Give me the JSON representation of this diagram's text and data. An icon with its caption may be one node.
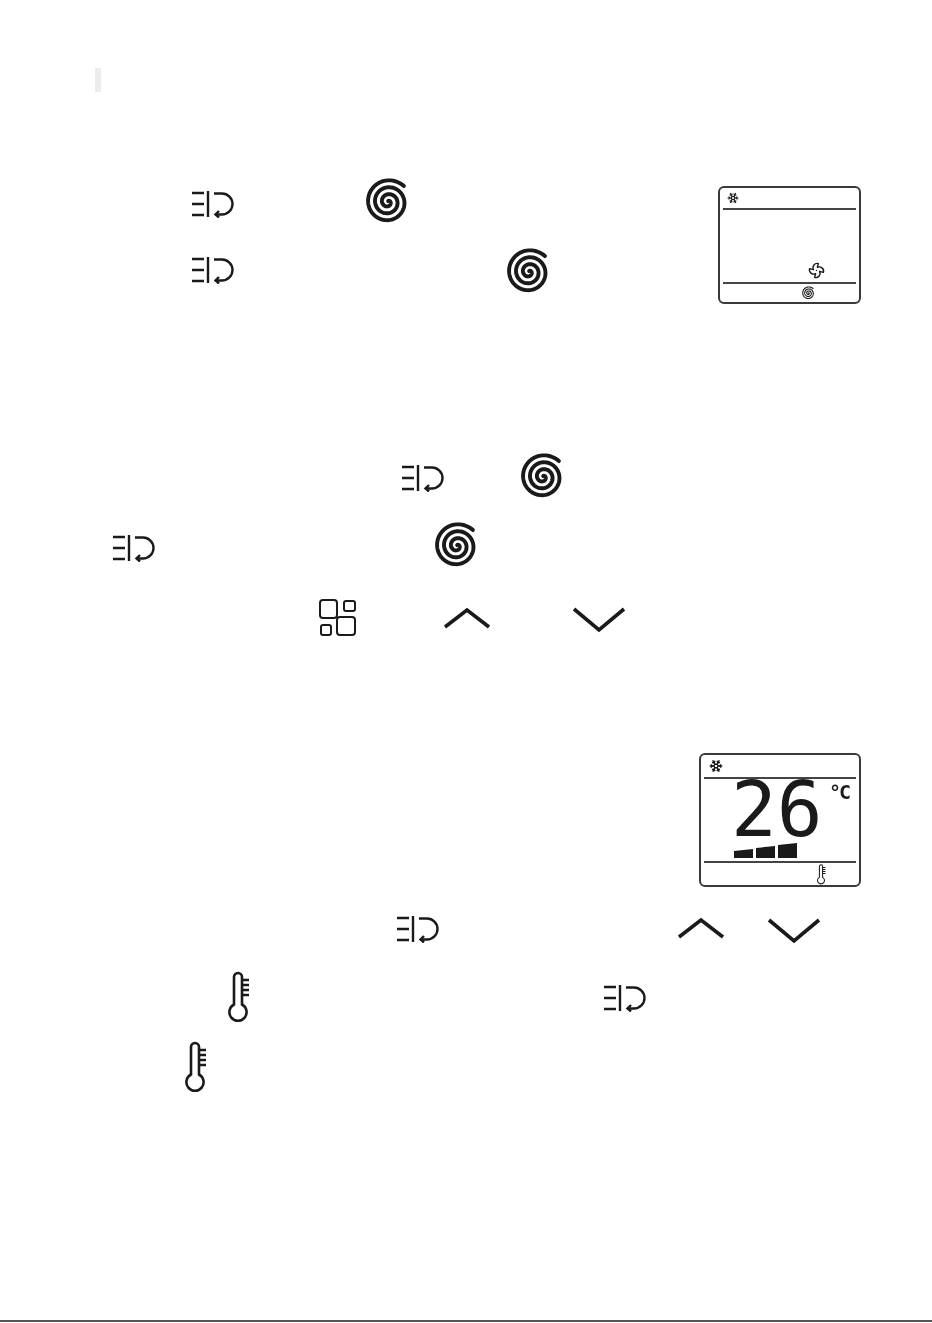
{
  "diagram": {
    "nodes": [
      {
        "text": [],
        "shape": "box"
      },
      {
        "text": [
          "26",
          "°C"
        ]
      }
    ]
  }
}
